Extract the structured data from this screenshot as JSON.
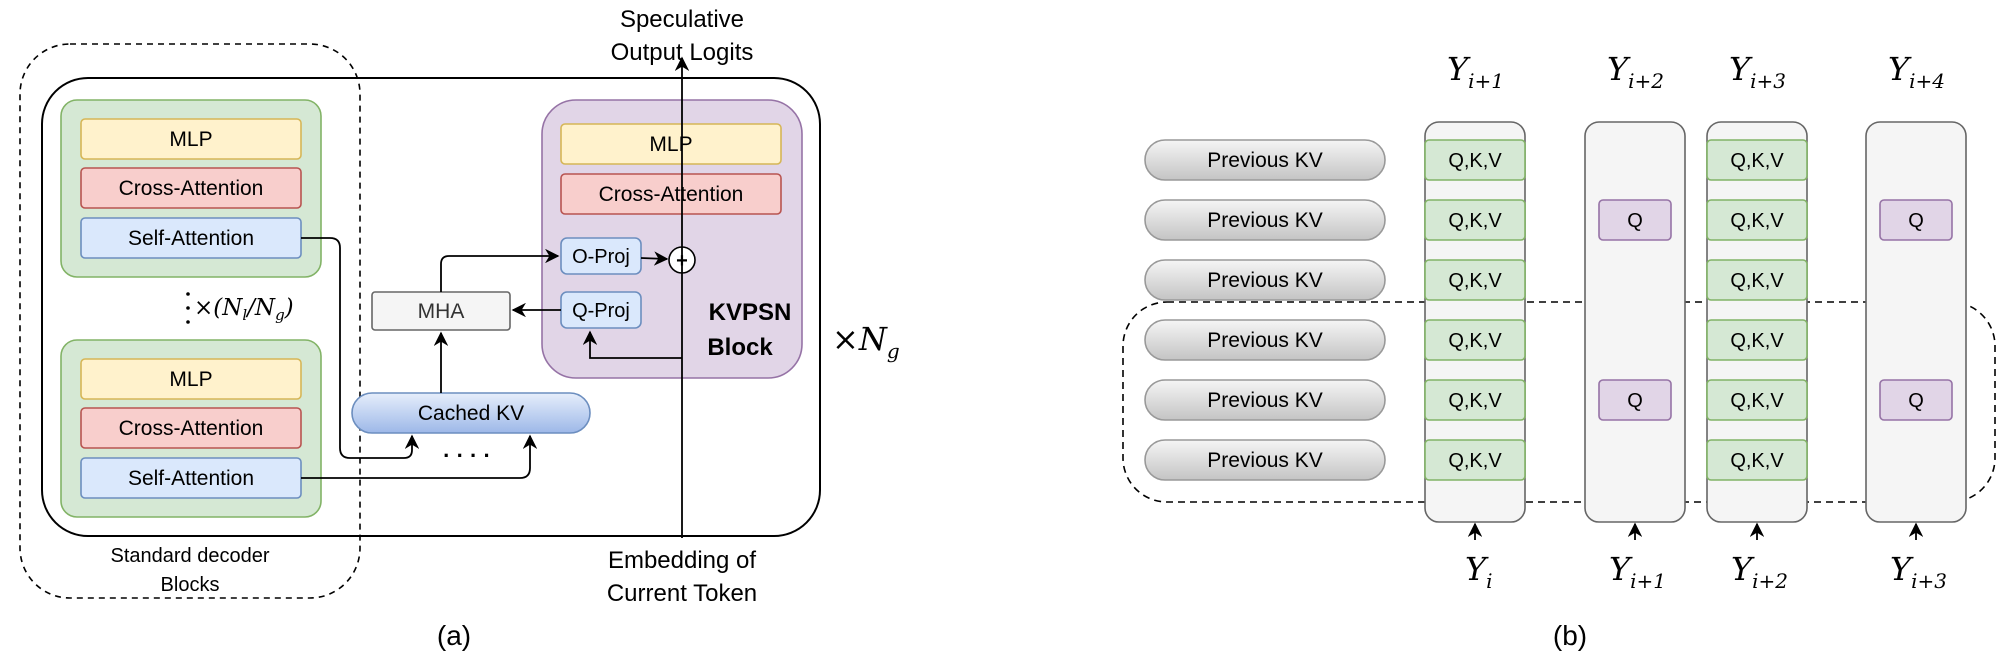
{
  "panel_a": {
    "label": "(a)",
    "output_label_line1": "Speculative",
    "output_label_line2": "Output Logits",
    "input_label_line1": "Embedding of",
    "input_label_line2": "Current Token",
    "standard_caption_line1": "Standard decoder",
    "standard_caption_line2": "Blocks",
    "decoder_block_top": {
      "mlp": "MLP",
      "cross": "Cross-Attention",
      "self": "Self-Attention"
    },
    "decoder_block_bottom": {
      "mlp": "MLP",
      "cross": "Cross-Attention",
      "self": "Self-Attention"
    },
    "repeat_label": "×(N",
    "repeat_sub_l": "l",
    "repeat_slash": "/N",
    "repeat_sub_g": "g",
    "repeat_close": ")",
    "mha": "MHA",
    "cached_kv": "Cached KV",
    "ellipsis": "· · · ·",
    "kvpsn": {
      "mlp": "MLP",
      "cross": "Cross-Attention",
      "o_proj": "O-Proj",
      "q_proj": "Q-Proj",
      "plus": "+",
      "title_line1": "KVPSN",
      "title_line2": "Block"
    },
    "times_ng": "×N",
    "times_ng_sub": "g"
  },
  "panel_b": {
    "label": "(b)",
    "previous_kv_label": "Previous KV",
    "previous_kv_rows": [
      "Previous KV",
      "Previous KV",
      "Previous KV",
      "Previous KV",
      "Previous KV",
      "Previous KV"
    ],
    "columns": [
      {
        "top_label": "Y",
        "top_sub": "i+1",
        "bottom_label": "Y",
        "bottom_sub": "i",
        "cells": [
          "Q,K,V",
          "Q,K,V",
          "Q,K,V",
          "Q,K,V",
          "Q,K,V",
          "Q,K,V"
        ]
      },
      {
        "top_label": "Y",
        "top_sub": "i+2",
        "bottom_label": "Y",
        "bottom_sub": "i+1",
        "cells": [
          "",
          "Q",
          "",
          "",
          "Q",
          ""
        ]
      },
      {
        "top_label": "Y",
        "top_sub": "i+3",
        "bottom_label": "Y",
        "bottom_sub": "i+2",
        "cells": [
          "Q,K,V",
          "Q,K,V",
          "Q,K,V",
          "Q,K,V",
          "Q,K,V",
          "Q,K,V"
        ]
      },
      {
        "top_label": "Y",
        "top_sub": "i+4",
        "bottom_label": "Y",
        "bottom_sub": "i+3",
        "cells": [
          "",
          "Q",
          "",
          "",
          "Q",
          ""
        ]
      }
    ]
  },
  "colors": {
    "mlp_fill": "#fff2cc",
    "mlp_stroke": "#d6b656",
    "cross_fill": "#f8cecc",
    "cross_stroke": "#b85450",
    "self_fill": "#dae8fc",
    "self_stroke": "#6c8ebf",
    "green_fill": "#d5e8d4",
    "green_stroke": "#82b366",
    "purple_fill": "#e1d5e7",
    "purple_stroke": "#9673a6",
    "gray_fill": "#f5f5f5",
    "gray_stroke": "#666666"
  }
}
